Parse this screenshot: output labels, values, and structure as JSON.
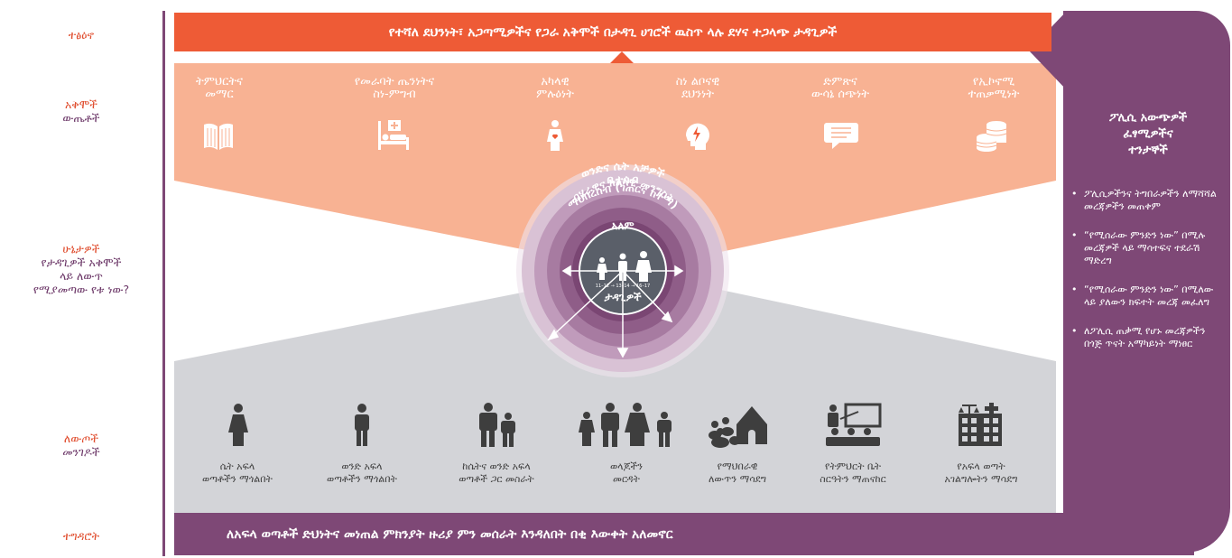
{
  "left_labels": {
    "title": "ተፅዕኖ",
    "outcome_1": "አቅሞች",
    "outcome_2": "ውጤቶች",
    "conditions_1": "ሁኔታዎች",
    "conditions_2": "የታዳጊዎች አቅሞች",
    "conditions_3": "ላይ ለውጥ",
    "conditions_4": "የሚያመጣው የቱ ነው?",
    "change_1": "ለውጦች",
    "change_2": "መንገዶች",
    "goal": "ተግዳሮት"
  },
  "top_bar": "የተሻለ ደህንነት፣ አጋጣሚዎችና የጋራ አቅሞች በታዳጊ ሀገሮች ዉስጥ ላሉ ደሃና ተጋላጭ ታዳጊዎች",
  "bottom_bar": "ለአፍላ ወጣቶች ድህነትና መነጠል ምክንያት ዙሪያ ምን መሰራት እንዳለበት በቂ እውቀት አለመኖር",
  "outcomes": [
    {
      "line1": "ትምህርትና",
      "line2": "መማር",
      "icon": "book-icon"
    },
    {
      "line1": "የመራባት ጤንነትና",
      "line2": "ስነ-ምግብ",
      "icon": "hospital-bed-icon"
    },
    {
      "line1": "አካላዊ",
      "line2": "ምሉዕነት",
      "icon": "girl-heart-icon"
    },
    {
      "line1": "ስነ ልቦናዊ",
      "line2": "ደህንነት",
      "icon": "head-mind-icon"
    },
    {
      "line1": "ድምጽና",
      "line2": "ውሳኔ ሰጭነት",
      "icon": "speech-bubble-icon"
    },
    {
      "line1": "የኢኮኖሚ",
      "line2": "ተጠቃሚነት",
      "icon": "coins-icon"
    }
  ],
  "rings": {
    "outer": "ወንድና ሴት አቻዎች",
    "family": "ቤተሰብ",
    "community": "ማህበረሰብ (ገጠርና ከተማ)",
    "national": "ብሄራዊና ክልላዊ መንግስት",
    "world": "አለም",
    "center": "ታዳጊዎች",
    "age_ranges": "11–12 → 13–14 → 16–17"
  },
  "changes": [
    {
      "line1": "ሴት አፍላ",
      "line2": "ወጣቶችን ማጎልበት",
      "icon": "girl-icon"
    },
    {
      "line1": "ወንድ አፍላ",
      "line2": "ወጣቶችን ማጎልበት",
      "icon": "boy-icon"
    },
    {
      "line1": "ከሴትና ወንድ አፍላ",
      "line2": "ወጣቶች ጋር መስራት",
      "icon": "man-boy-icon"
    },
    {
      "line1": "ወላጆችን",
      "line2": "መርዳት",
      "icon": "family-icon"
    },
    {
      "line1": "የማህበራዊ",
      "line2": "ለውጥን ማሳደግ",
      "icon": "community-house-icon"
    },
    {
      "line1": "የትምህርት ቤት",
      "line2": "ስርዓትን ማጠናከር",
      "icon": "teacher-classroom-icon"
    },
    {
      "line1": "የአፍላ ወጣት",
      "line2": "አገልግሎትን ማሳደግ",
      "icon": "justice-health-building-icon"
    }
  ],
  "right_panel": {
    "title_1": "ፖሊሲ አውጭዎች",
    "title_2": "ፈፃሚዎችና",
    "title_3": "ተንታኞች",
    "items": [
      "ፖሊሲዎችንና ትግበራዎችን ለማሻሻል መረጃዎችን መጠቀም",
      "“የሚሰራው ምንድን ነው” በሚሉ መረጃዎች ላይ ማሳተፍና ተደራሽ ማድረግ",
      "“የሚሰራው ምንድን ነው” በሚለው ላይ ያለውን ክፍተት መረጃ መፈለግ",
      "ለፖሊሲ ጠቃሚ የሆኑ መረጃዎችን በጎጅ ጥናት አማካይነት ማነፀር"
    ]
  },
  "colors": {
    "orange": "#ee5b36",
    "peach": "#f8b293",
    "grey": "#d3d4d8",
    "purple": "#7e4876",
    "ring_dark": "#5a5f69"
  }
}
